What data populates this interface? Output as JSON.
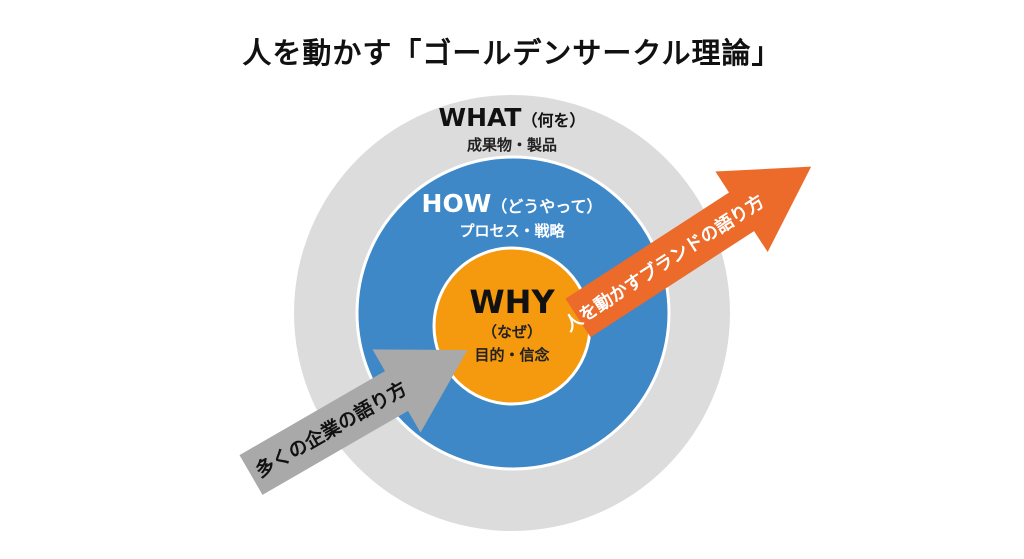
{
  "title": "人を動かす「ゴールデンサークル理論」",
  "what": {
    "heading": "WHAT",
    "sub": "（何を）",
    "desc": "成果物・製品"
  },
  "how": {
    "heading": "HOW",
    "sub": "（どうやって）",
    "desc": "プロセス・戦略"
  },
  "why": {
    "heading": "WHY",
    "sub": "（なぜ）",
    "desc": "目的・信念"
  },
  "arrow_brand": "人を動かすブランドの語り方",
  "arrow_common": "多くの企業の語り方",
  "colors": {
    "outer": "#dcdcdc",
    "middle": "#3f88c8",
    "inner": "#f5990f",
    "brand_arrow": "#ec6a2a",
    "common_arrow": "#a9a9a9"
  }
}
